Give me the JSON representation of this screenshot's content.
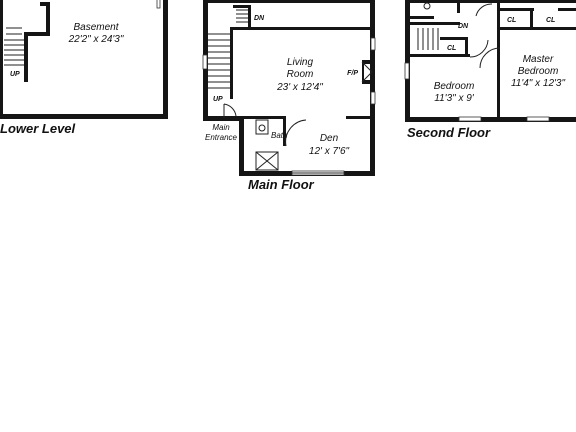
{
  "floors": {
    "lower": {
      "title": "Lower Level",
      "rooms": [
        {
          "name": "Basement",
          "dims": "22'2\" x 24'3\""
        }
      ],
      "labels": [
        "UP"
      ]
    },
    "main": {
      "title": "Main Floor",
      "rooms": [
        {
          "name": "Living",
          "name2": "Room",
          "dims": "23' x 12'4\""
        },
        {
          "name": "Den",
          "dims": "12' x 7'6\""
        },
        {
          "name": "Bath"
        }
      ],
      "labels": {
        "dn": "DN",
        "up": "UP",
        "fp": "F/P",
        "entrance1": "Main",
        "entrance2": "Entrance"
      }
    },
    "second": {
      "title": "Second Floor",
      "rooms": [
        {
          "name": "Bedroom",
          "dims": "11'3\" x 9'"
        },
        {
          "name": "Master",
          "name2": "Bedroom",
          "dims": "11'4\" x 12'3\""
        }
      ],
      "labels": {
        "dn": "DN",
        "cl1": "CL",
        "cl2": "CL",
        "cl3": "CL"
      }
    }
  }
}
